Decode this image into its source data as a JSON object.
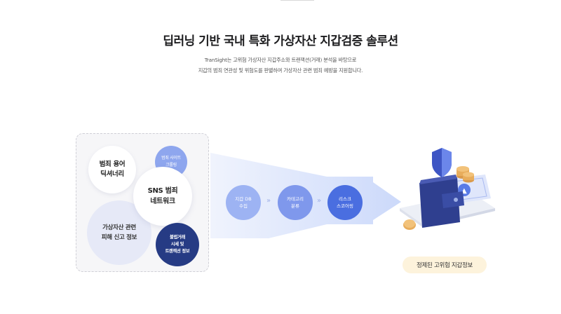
{
  "header": {
    "title": "딥러닝 기반 국내 특화 가상자산 지갑검증 솔루션",
    "description_line1": "TranSight는 고위험 가상자산 지갑주소와 트랜잭션(거래) 분석을 바탕으로",
    "description_line2": "지갑의 범죄 연관성 및 위험도를 판별하여 가상자산 관련 범죄 예방을 지원합니다."
  },
  "sources": {
    "dictionary": [
      "범죄 용어",
      "딕셔너리"
    ],
    "site_crawling": [
      "범죄 사이트",
      "크롤링"
    ],
    "sns_network": [
      "SNS 범죄",
      "네트워크"
    ],
    "victim_reports": [
      "가상자산 관련",
      "피해 신고 정보"
    ],
    "illegal_trading": [
      "불법거래",
      "시세 및",
      "트랜잭션 정보"
    ]
  },
  "pipeline": {
    "steps": [
      [
        "지갑 DB",
        "수집"
      ],
      [
        "카테고리",
        "분류"
      ],
      [
        "리스크",
        "스코어링"
      ]
    ],
    "separator": "»"
  },
  "result": {
    "label": "정제된 고위험 지갑정보"
  },
  "colors": {
    "accent_dark": "#263b84",
    "accent_mid": "#4a6ee0",
    "accent_light": "#9db3f3",
    "pill_bg": "#fdf3dc"
  },
  "icons": [
    "shield-icon",
    "coin-stack-icon",
    "wallet-icon",
    "banknote-icon"
  ]
}
